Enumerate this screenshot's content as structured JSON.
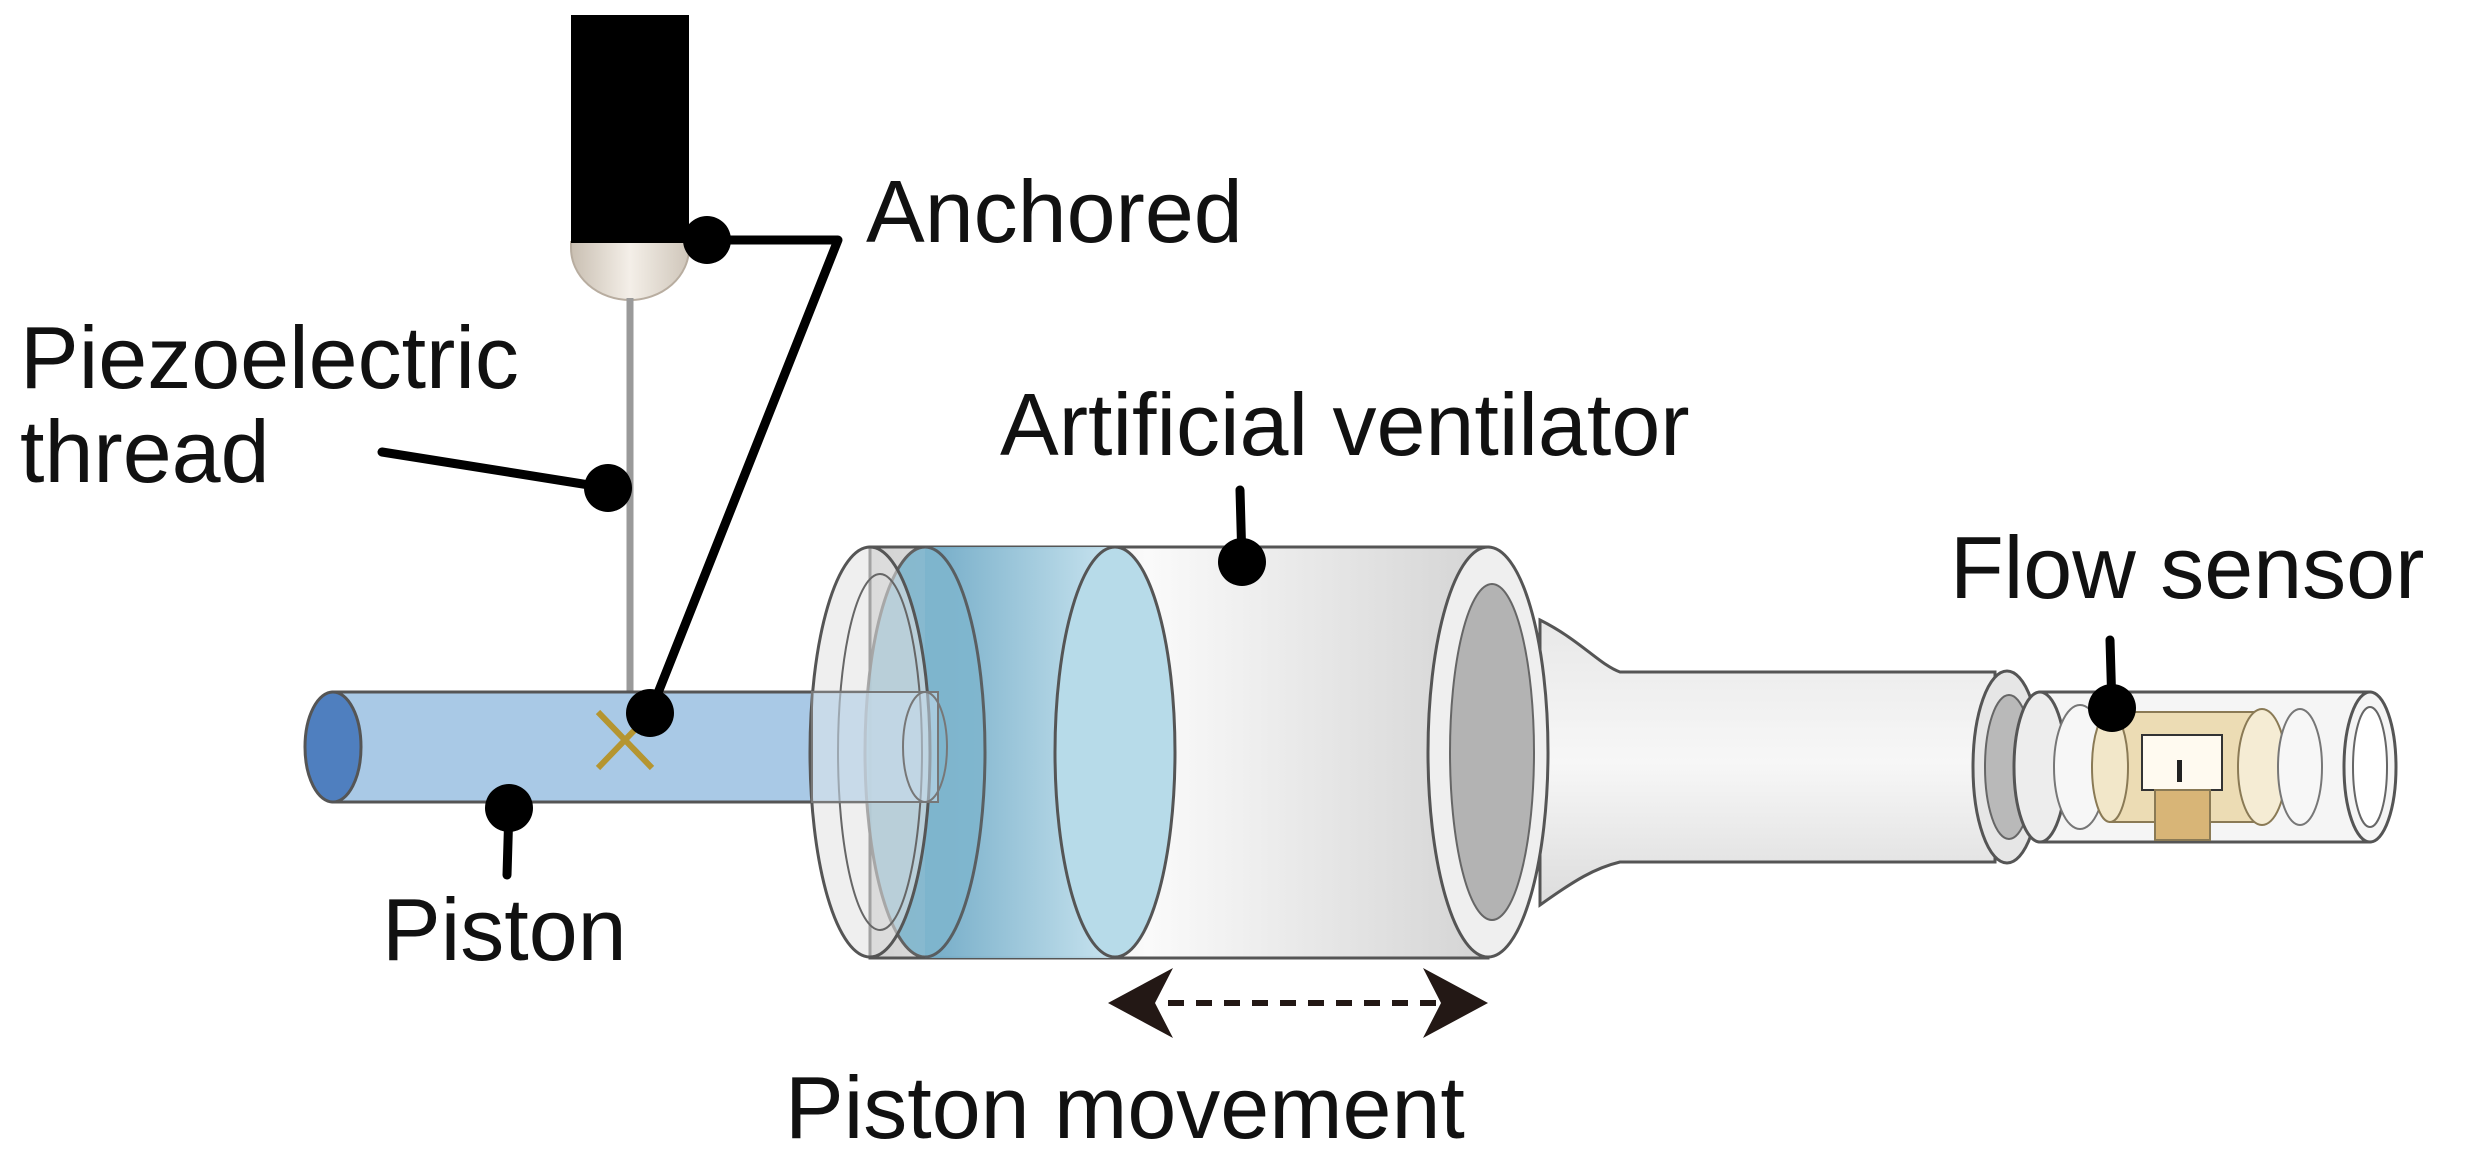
{
  "labels": {
    "anchored": "Anchored",
    "piezo_line1": "Piezoelectric",
    "piezo_line2": "thread",
    "ventilator": "Artificial ventilator",
    "flow_sensor": "Flow sensor",
    "piston": "Piston",
    "movement": "Piston movement"
  },
  "colors": {
    "piston_fill": "#a9c9e6",
    "piston_end": "#4f7fbf",
    "ventilator_body": "#eeeeee",
    "ventilator_blue": "#8cc0d6",
    "anchor_block": "#000000",
    "anchor_cap": "#e4dcd2",
    "thread": "#9a9a9a",
    "sensor_chip": "#ecdcb4",
    "cross_mark": "#b59530"
  },
  "icons": {
    "movement_arrow": "double-headed-dashed-arrow",
    "anchor_mark": "x-cross-mark"
  }
}
